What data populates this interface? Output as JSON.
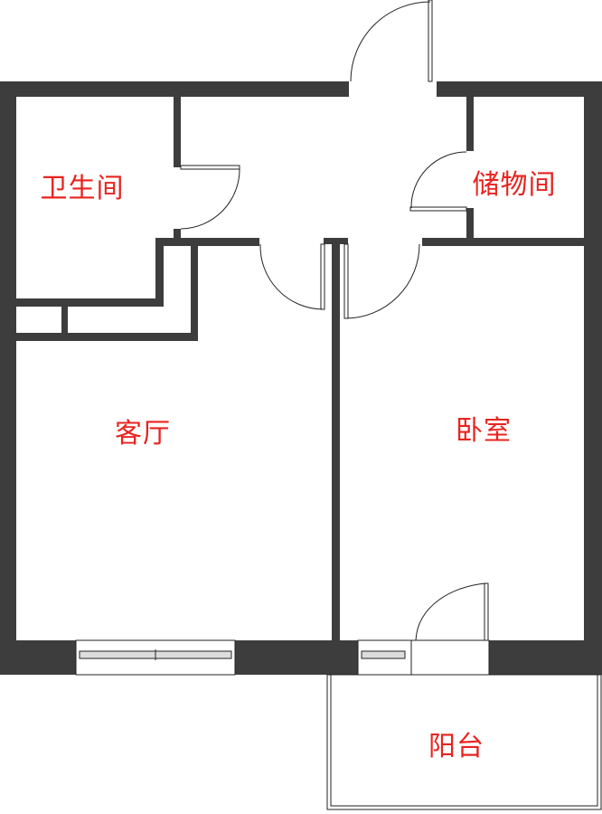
{
  "rooms": {
    "bathroom": "卫生间",
    "storage": "储物间",
    "living_room": "客厅",
    "bedroom": "卧室",
    "balcony": "阳台"
  },
  "colors": {
    "wall": "#3d3d3d",
    "label": "#e8231f",
    "line": "#222222"
  }
}
